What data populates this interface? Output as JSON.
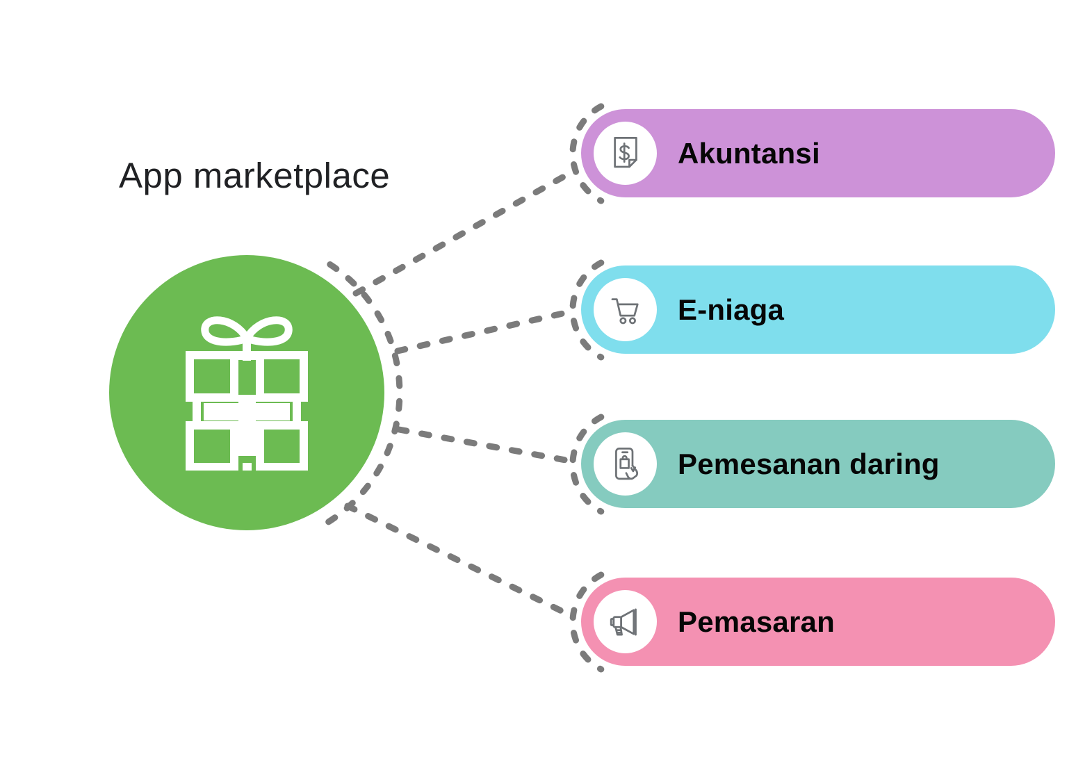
{
  "title": "App marketplace",
  "hub": {
    "icon": "gift-marketplace-icon",
    "color": "#6cbb52"
  },
  "connectors": {
    "style": "dashed",
    "color": "#7b7b7b"
  },
  "items": [
    {
      "label": "Akuntansi",
      "icon": "invoice-dollar-icon",
      "color": "#cd92d8"
    },
    {
      "label": "E-niaga",
      "icon": "shopping-cart-icon",
      "color": "#7fdeed"
    },
    {
      "label": "Pemesanan daring",
      "icon": "mobile-shopping-icon",
      "color": "#85cbbf"
    },
    {
      "label": "Pemasaran",
      "icon": "megaphone-icon",
      "color": "#f491b2"
    }
  ]
}
